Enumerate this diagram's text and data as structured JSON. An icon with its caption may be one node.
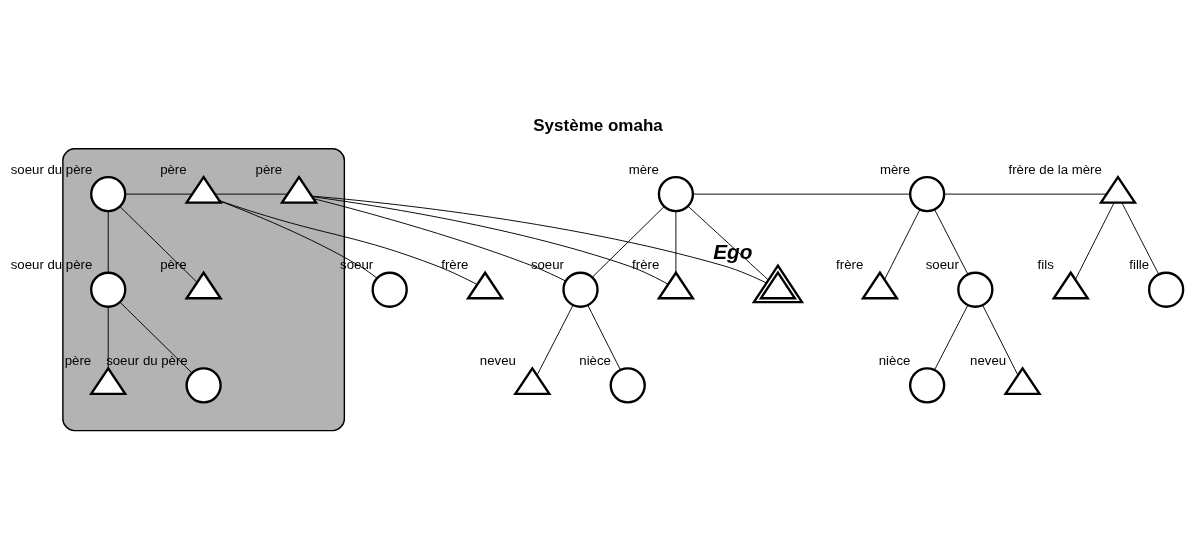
{
  "diagram": {
    "title": "Système omaha",
    "nodes": [
      {
        "text": [],
        "shape": "cloud"
      },
      {
        "text": [],
        "shape": "circle",
        "beside": [
          "soeur du père"
        ],
        "in": 0
      },
      {
        "text": [],
        "shape": "triangle",
        "beside": [
          "père"
        ],
        "in": 0
      },
      {
        "text": [],
        "shape": "triangle",
        "beside": [
          "père"
        ],
        "in": 0
      },
      {
        "text": [],
        "shape": "circle",
        "beside": [
          "mère"
        ]
      },
      {
        "text": [],
        "shape": "circle",
        "beside": [
          "mère"
        ]
      },
      {
        "text": [],
        "shape": "triangle",
        "beside": [
          "frère de la mère"
        ]
      },
      {
        "text": [],
        "shape": "circle",
        "beside": [
          "soeur du père"
        ],
        "in": 0
      },
      {
        "text": [],
        "shape": "triangle",
        "beside": [
          "père"
        ],
        "in": 0
      },
      {
        "text": [],
        "shape": "circle",
        "beside": [
          "soeur"
        ]
      },
      {
        "text": [],
        "shape": "triangle",
        "beside": [
          "frère"
        ]
      },
      {
        "text": [],
        "shape": "triangle",
        "beside": [
          "frère"
        ]
      },
      {
        "text": [],
        "shape": "triangle",
        "beside": [
          "Ego"
        ]
      },
      {
        "text": [],
        "shape": "circle",
        "beside": [
          "soeur"
        ]
      },
      {
        "text": [],
        "shape": "triangle",
        "beside": [
          "frère"
        ]
      },
      {
        "text": [],
        "shape": "circle",
        "beside": [
          "soeur"
        ]
      },
      {
        "text": [],
        "shape": "triangle",
        "beside": [
          "fils"
        ]
      },
      {
        "text": [],
        "shape": "circle",
        "beside": [
          "fille"
        ]
      },
      {
        "text": [],
        "shape": "triangle",
        "beside": [
          "père"
        ],
        "in": 0
      },
      {
        "text": [],
        "shape": "circle",
        "beside": [
          "soeur du père"
        ],
        "in": 0
      },
      {
        "text": [],
        "shape": "circle",
        "beside": [
          "nièce"
        ]
      },
      {
        "text": [],
        "shape": "triangle",
        "beside": [
          "neveu"
        ]
      },
      {
        "text": [],
        "shape": "triangle",
        "beside": [
          "neveu"
        ]
      },
      {
        "text": [],
        "shape": "circle",
        "beside": [
          "nièce"
        ]
      }
    ],
    "edges": [
      {
        "from": 1,
        "to": 2,
        "arrow": "none"
      },
      {
        "from": 2,
        "to": 3,
        "arrow": "none"
      },
      {
        "from": 4,
        "to": 5,
        "arrow": "none"
      },
      {
        "from": 5,
        "to": 6,
        "arrow": "none"
      },
      {
        "from": 1,
        "to": 7,
        "arrow": "none"
      },
      {
        "from": 1,
        "to": 8,
        "arrow": "none"
      },
      {
        "from": 2,
        "to": 9,
        "arrow": "none"
      },
      {
        "from": 2,
        "to": 10,
        "arrow": "none"
      },
      {
        "from": 3,
        "to": 11,
        "arrow": "none"
      },
      {
        "from": 3,
        "to": 12,
        "arrow": "none"
      },
      {
        "from": 3,
        "to": 13,
        "arrow": "none"
      },
      {
        "from": 4,
        "to": 11,
        "arrow": "none"
      },
      {
        "from": 4,
        "to": 12,
        "arrow": "none"
      },
      {
        "from": 4,
        "to": 13,
        "arrow": "none"
      },
      {
        "from": 5,
        "to": 14,
        "arrow": "none"
      },
      {
        "from": 5,
        "to": 15,
        "arrow": "none"
      },
      {
        "from": 6,
        "to": 16,
        "arrow": "none"
      },
      {
        "from": 6,
        "to": 17,
        "arrow": "none"
      },
      {
        "from": 7,
        "to": 18,
        "arrow": "none"
      },
      {
        "from": 7,
        "to": 19,
        "arrow": "none"
      },
      {
        "from": 13,
        "to": 20,
        "arrow": "none"
      },
      {
        "from": 13,
        "to": 21,
        "arrow": "none"
      },
      {
        "from": 15,
        "to": 22,
        "arrow": "none"
      },
      {
        "from": 15,
        "to": 23,
        "arrow": "none"
      }
    ]
  }
}
